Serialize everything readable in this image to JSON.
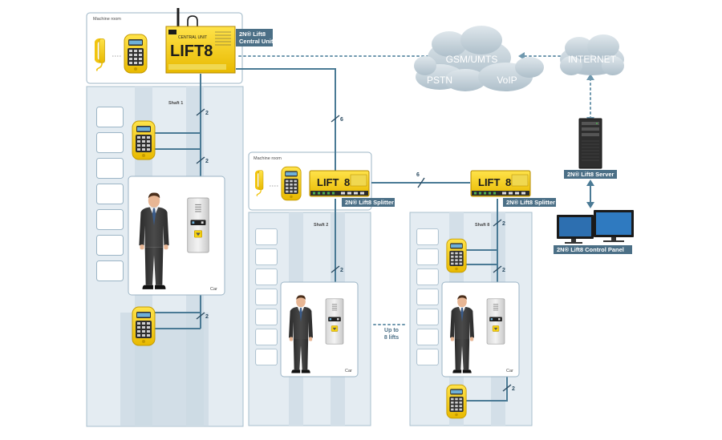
{
  "labels": {
    "machine_room": "Machine room",
    "shaft_1": "Shaft 1",
    "shaft_2": "Shaft 2",
    "shaft_8": "Shaft 8",
    "car": "Car",
    "central_unit_line1": "2N® Lift8",
    "central_unit_line2": "Central Unit",
    "splitter": "2N® Lift8 Splitter",
    "server": "2N® Lift8 Server",
    "control_panel": "2N® Lift8 Control Panel",
    "upto_line1": "Up to",
    "upto_line2": "8 lifts",
    "device_brand": "LIFT8",
    "device_small": "CENTRAL UNIT"
  },
  "clouds": {
    "gsm": "GSM/UMTS",
    "pstn": "PSTN",
    "voip": "VoIP",
    "internet": "INTERNET"
  },
  "wire_counts": {
    "central_to_splitter": "6",
    "splitter_to_splitter": "6",
    "two": "2"
  },
  "colors": {
    "panel_fill": "#e4ecf2",
    "panel_stroke": "#9cb5c6",
    "line": "#4a7a95",
    "dotted": "#6f98ae",
    "tag": "#4b6f86",
    "yellow": "#f6d311",
    "cloud": "#c9d6de"
  }
}
